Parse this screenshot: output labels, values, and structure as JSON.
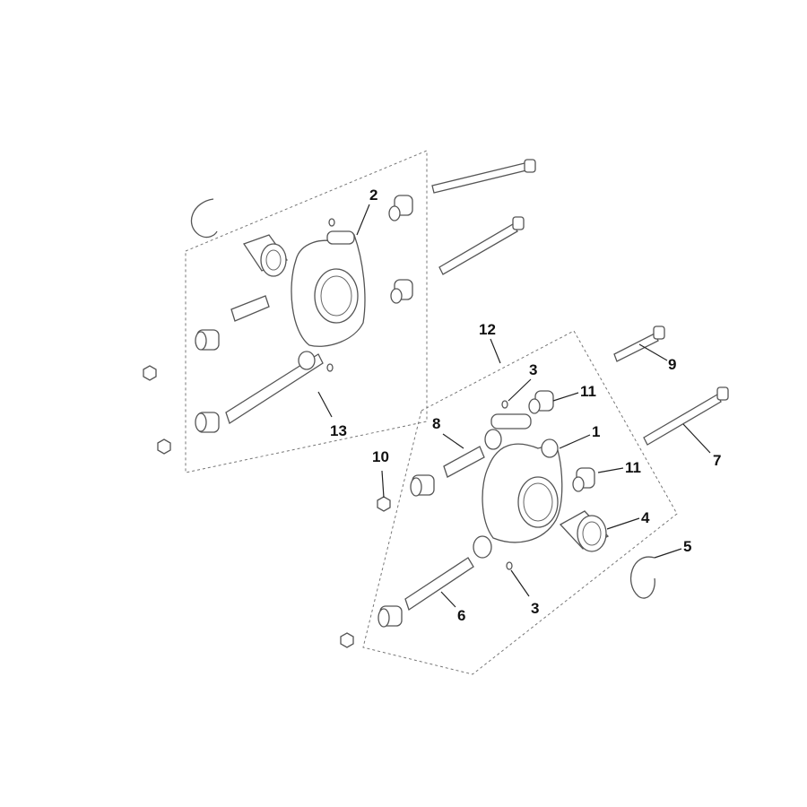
{
  "diagram": {
    "callouts": [
      {
        "id": "callout-2",
        "text": "2"
      },
      {
        "id": "callout-13",
        "text": "13"
      },
      {
        "id": "callout-12",
        "text": "12"
      },
      {
        "id": "callout-3a",
        "text": "3"
      },
      {
        "id": "callout-11a",
        "text": "11"
      },
      {
        "id": "callout-8",
        "text": "8"
      },
      {
        "id": "callout-1",
        "text": "1"
      },
      {
        "id": "callout-9",
        "text": "9"
      },
      {
        "id": "callout-7",
        "text": "7"
      },
      {
        "id": "callout-10",
        "text": "10"
      },
      {
        "id": "callout-11b",
        "text": "11"
      },
      {
        "id": "callout-4",
        "text": "4"
      },
      {
        "id": "callout-5",
        "text": "5"
      },
      {
        "id": "callout-6",
        "text": "6"
      },
      {
        "id": "callout-3b",
        "text": "3"
      }
    ]
  }
}
